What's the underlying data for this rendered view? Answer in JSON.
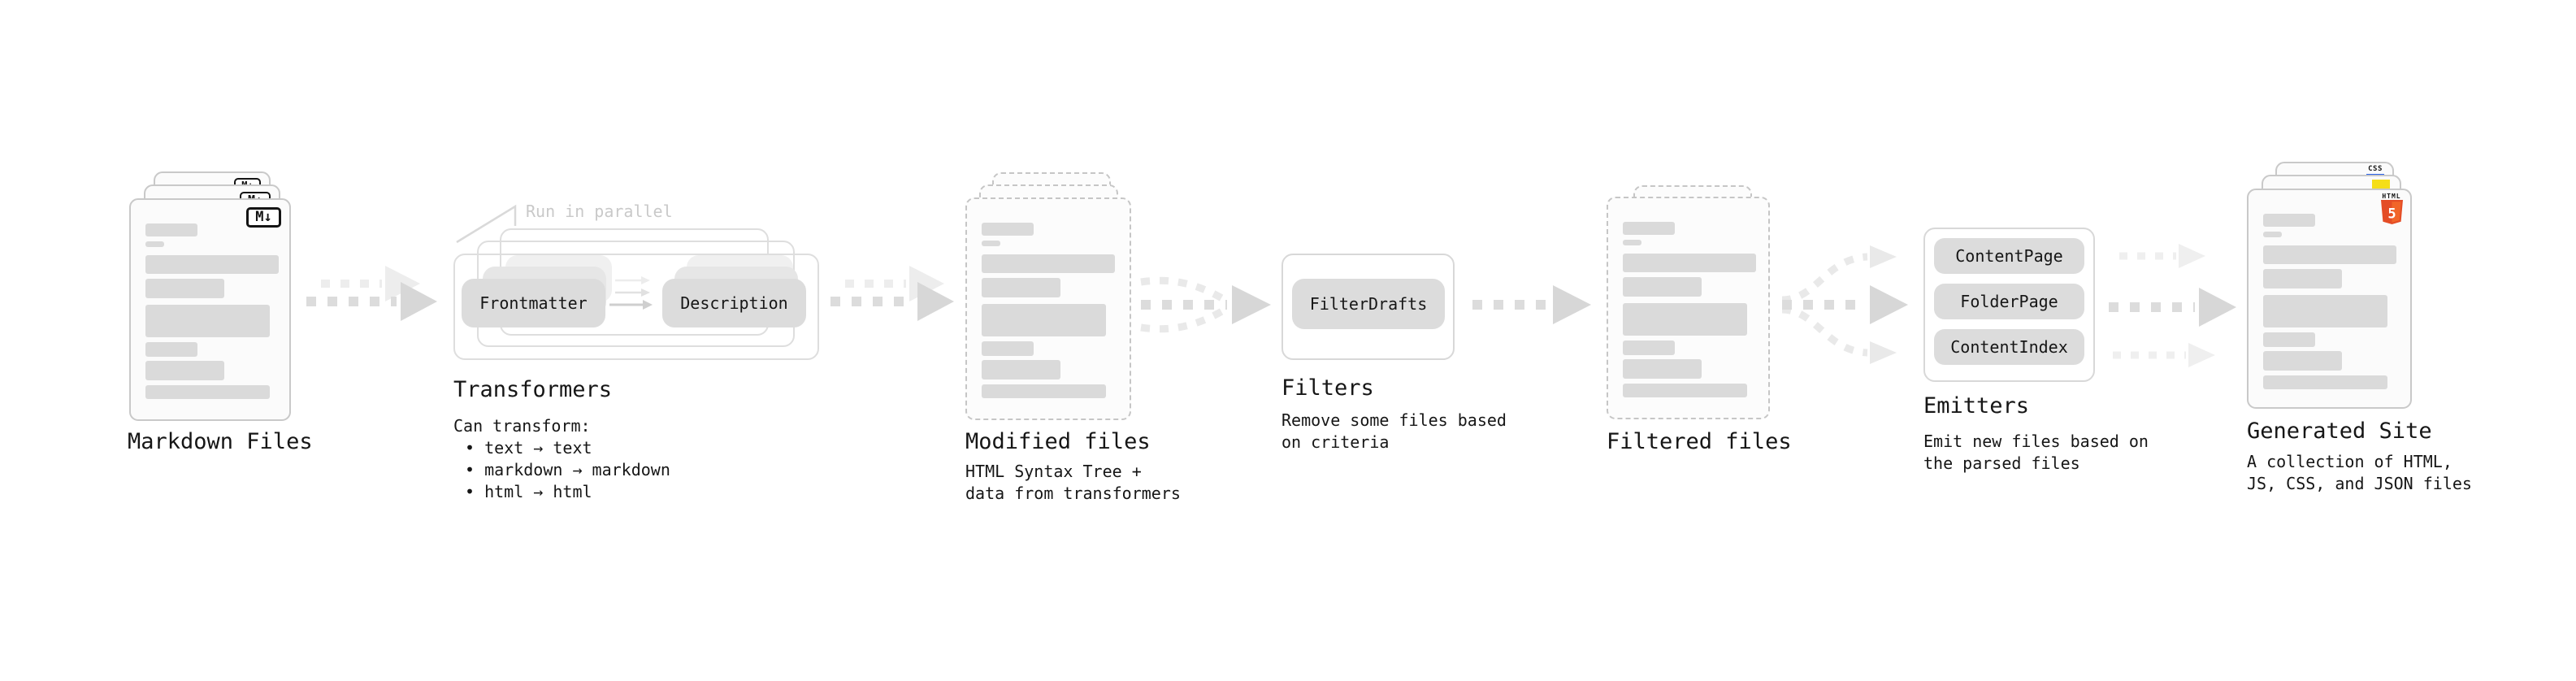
{
  "stages": {
    "markdown": {
      "label": "Markdown Files",
      "badge": "M↓"
    },
    "transformers": {
      "annotation": "Run in parallel",
      "pills": [
        "Frontmatter",
        "Description"
      ],
      "label": "Transformers",
      "desc_title": "Can transform:",
      "bullets": [
        "• text → text",
        "• markdown → markdown",
        "• html → html"
      ]
    },
    "modified": {
      "label": "Modified files",
      "desc": [
        "HTML Syntax Tree +",
        "data from transformers"
      ]
    },
    "filters": {
      "pill": "FilterDrafts",
      "label": "Filters",
      "desc": [
        "Remove some files based",
        "on criteria"
      ]
    },
    "filtered": {
      "label": "Filtered files"
    },
    "emitters": {
      "pills": [
        "ContentPage",
        "FolderPage",
        "ContentIndex"
      ],
      "label": "Emitters",
      "desc": [
        "Emit new files based on",
        "the parsed files"
      ]
    },
    "generated": {
      "label": "Generated Site",
      "desc": [
        "A collection of HTML,",
        "JS, CSS, and JSON files"
      ],
      "badges": {
        "css": "CSS",
        "html": "HTML",
        "html_number": "5"
      }
    }
  },
  "colors": {
    "html5_shield": "#e44d26",
    "html5_shield_light": "#f16529",
    "js_yellow": "#f5de19",
    "css_blue": "#2a62e8",
    "arrow_main": "#d7d7d7",
    "arrow_light": "#ededed",
    "bar_gray": "#dadada"
  }
}
